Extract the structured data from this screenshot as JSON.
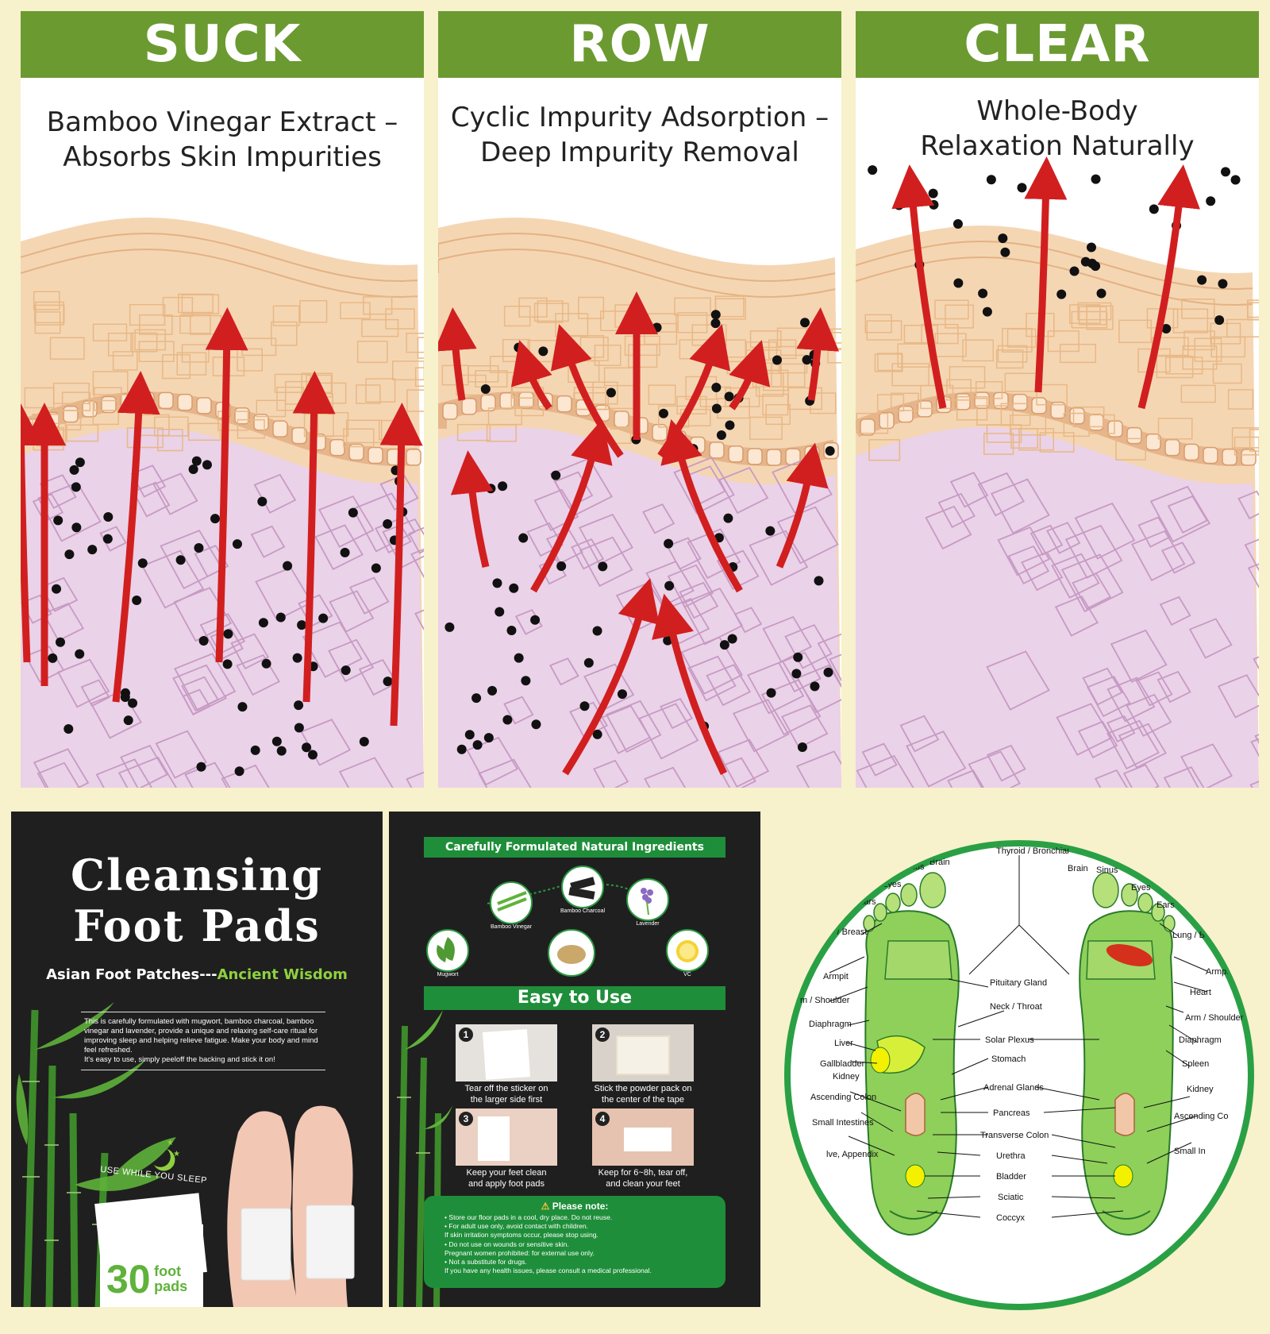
{
  "panels": [
    {
      "title": "SUCK",
      "subtitle_line1": "Bamboo Vinegar Extract –",
      "subtitle_line2": "Absorbs Skin Impurities"
    },
    {
      "title": "ROW",
      "subtitle_line1": "Cyclic Impurity Adsorption –",
      "subtitle_line2": "Deep Impurity Removal"
    },
    {
      "title": "CLEAR",
      "subtitle_line1": "Whole-Body",
      "subtitle_line2": "Relaxation Naturally"
    }
  ],
  "product_card": {
    "title_line1": "Cleansing",
    "title_line2": "Foot Pads",
    "subtitle_prefix": "Asian Foot Patches---",
    "subtitle_accent": "Ancient Wisdom",
    "description": "This is carefully formulated with mugwort, bamboo charcoal, bamboo vinegar and lavender, provide a unique and relaxing self-care ritual for improving sleep and helping relieve fatigue. Make your body and mind feel refreshed.",
    "description2": "It's easy to use, simply peeloff the backing and stick it on!",
    "sleep_text": "USE WHILE YOU SLEEP",
    "count": "30",
    "count_unit_line1": "foot",
    "count_unit_line2": "pads"
  },
  "ingredients_card": {
    "header": "Carefully Formulated Natural Ingredients",
    "ingredients": [
      "Bamboo Vinegar",
      "Bamboo Charcoal",
      "Lavender",
      "Mugwort",
      "VC"
    ],
    "easy_header": "Easy to Use",
    "steps": [
      {
        "num": "1",
        "line1": "Tear off the sticker on",
        "line2": "the larger side first"
      },
      {
        "num": "2",
        "line1": "Stick the powder pack on",
        "line2": "the center of the tape"
      },
      {
        "num": "3",
        "line1": "Keep your feet clean",
        "line2": "and apply foot pads"
      },
      {
        "num": "4",
        "line1": "Keep for 6~8h, tear off,",
        "line2": "and clean your feet"
      }
    ],
    "note_title": "Please note:",
    "notes": [
      "• Store our floor pads in a cool, dry place. Do not reuse.",
      "• For adult use only, avoid contact with children.",
      "  If skin irritation symptoms occur, please stop using.",
      "• Do not use on wounds or sensitive skin.",
      "  Pregnant women prohibited: for external use only.",
      "• Not a substitute for drugs.",
      "  If you have any health issues, please consult a medical professional."
    ]
  },
  "reflexology": {
    "center_labels": [
      "Thyroid / Bronchial",
      "Pituitary Gland",
      "Neck / Throat",
      "Solar Plexus",
      "Stomach",
      "Adrenal Glands",
      "Pancreas",
      "Transverse Colon",
      "Urethra",
      "Bladder",
      "Sciatic",
      "Coccyx"
    ],
    "left_labels": [
      "Sinus",
      "Brain",
      "Eyes",
      "Ears",
      "Lung / Breast",
      "Armpit",
      "Arm / Shoulder",
      "Diaphragm",
      "Liver",
      "Gallbladder",
      "Kidney",
      "Ascending Colon",
      "Small Intestines",
      "lve, Appendix"
    ],
    "right_labels": [
      "Brain",
      "Sinus",
      "Eyes",
      "Ears",
      "Lung / Breast",
      "Armpit",
      "Heart",
      "Arm / Shoulder",
      "Diaphragm",
      "Spleen",
      "Kidney",
      "Ascending Co",
      "Small In"
    ]
  },
  "colors": {
    "header_green": "#6b9a31",
    "background": "#f7f1cc",
    "arrow_red": "#d11f1f",
    "card_black": "#1f1f1f",
    "ring_green": "#2aa045"
  }
}
